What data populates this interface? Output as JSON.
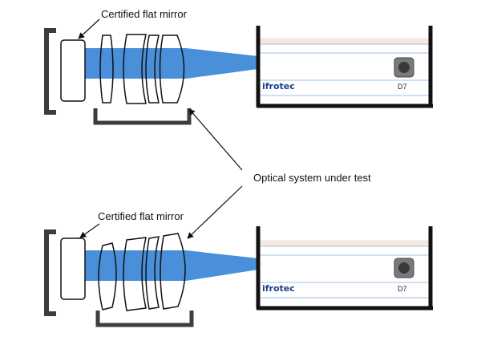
{
  "labels": {
    "mirror_top": "Certified flat mirror",
    "mirror_bottom": "Certified flat mirror",
    "system": "Optical system under test"
  },
  "instrument": {
    "brand": "ifrotec",
    "model": "D7"
  },
  "colors": {
    "beam": "#4a8fd9",
    "frame": "#3d3d3d",
    "line": "#111111",
    "brand": "#1b3f8f",
    "panel_band": "#f7e7df",
    "panel_line": "#9fc2e8",
    "background": "#ffffff"
  }
}
